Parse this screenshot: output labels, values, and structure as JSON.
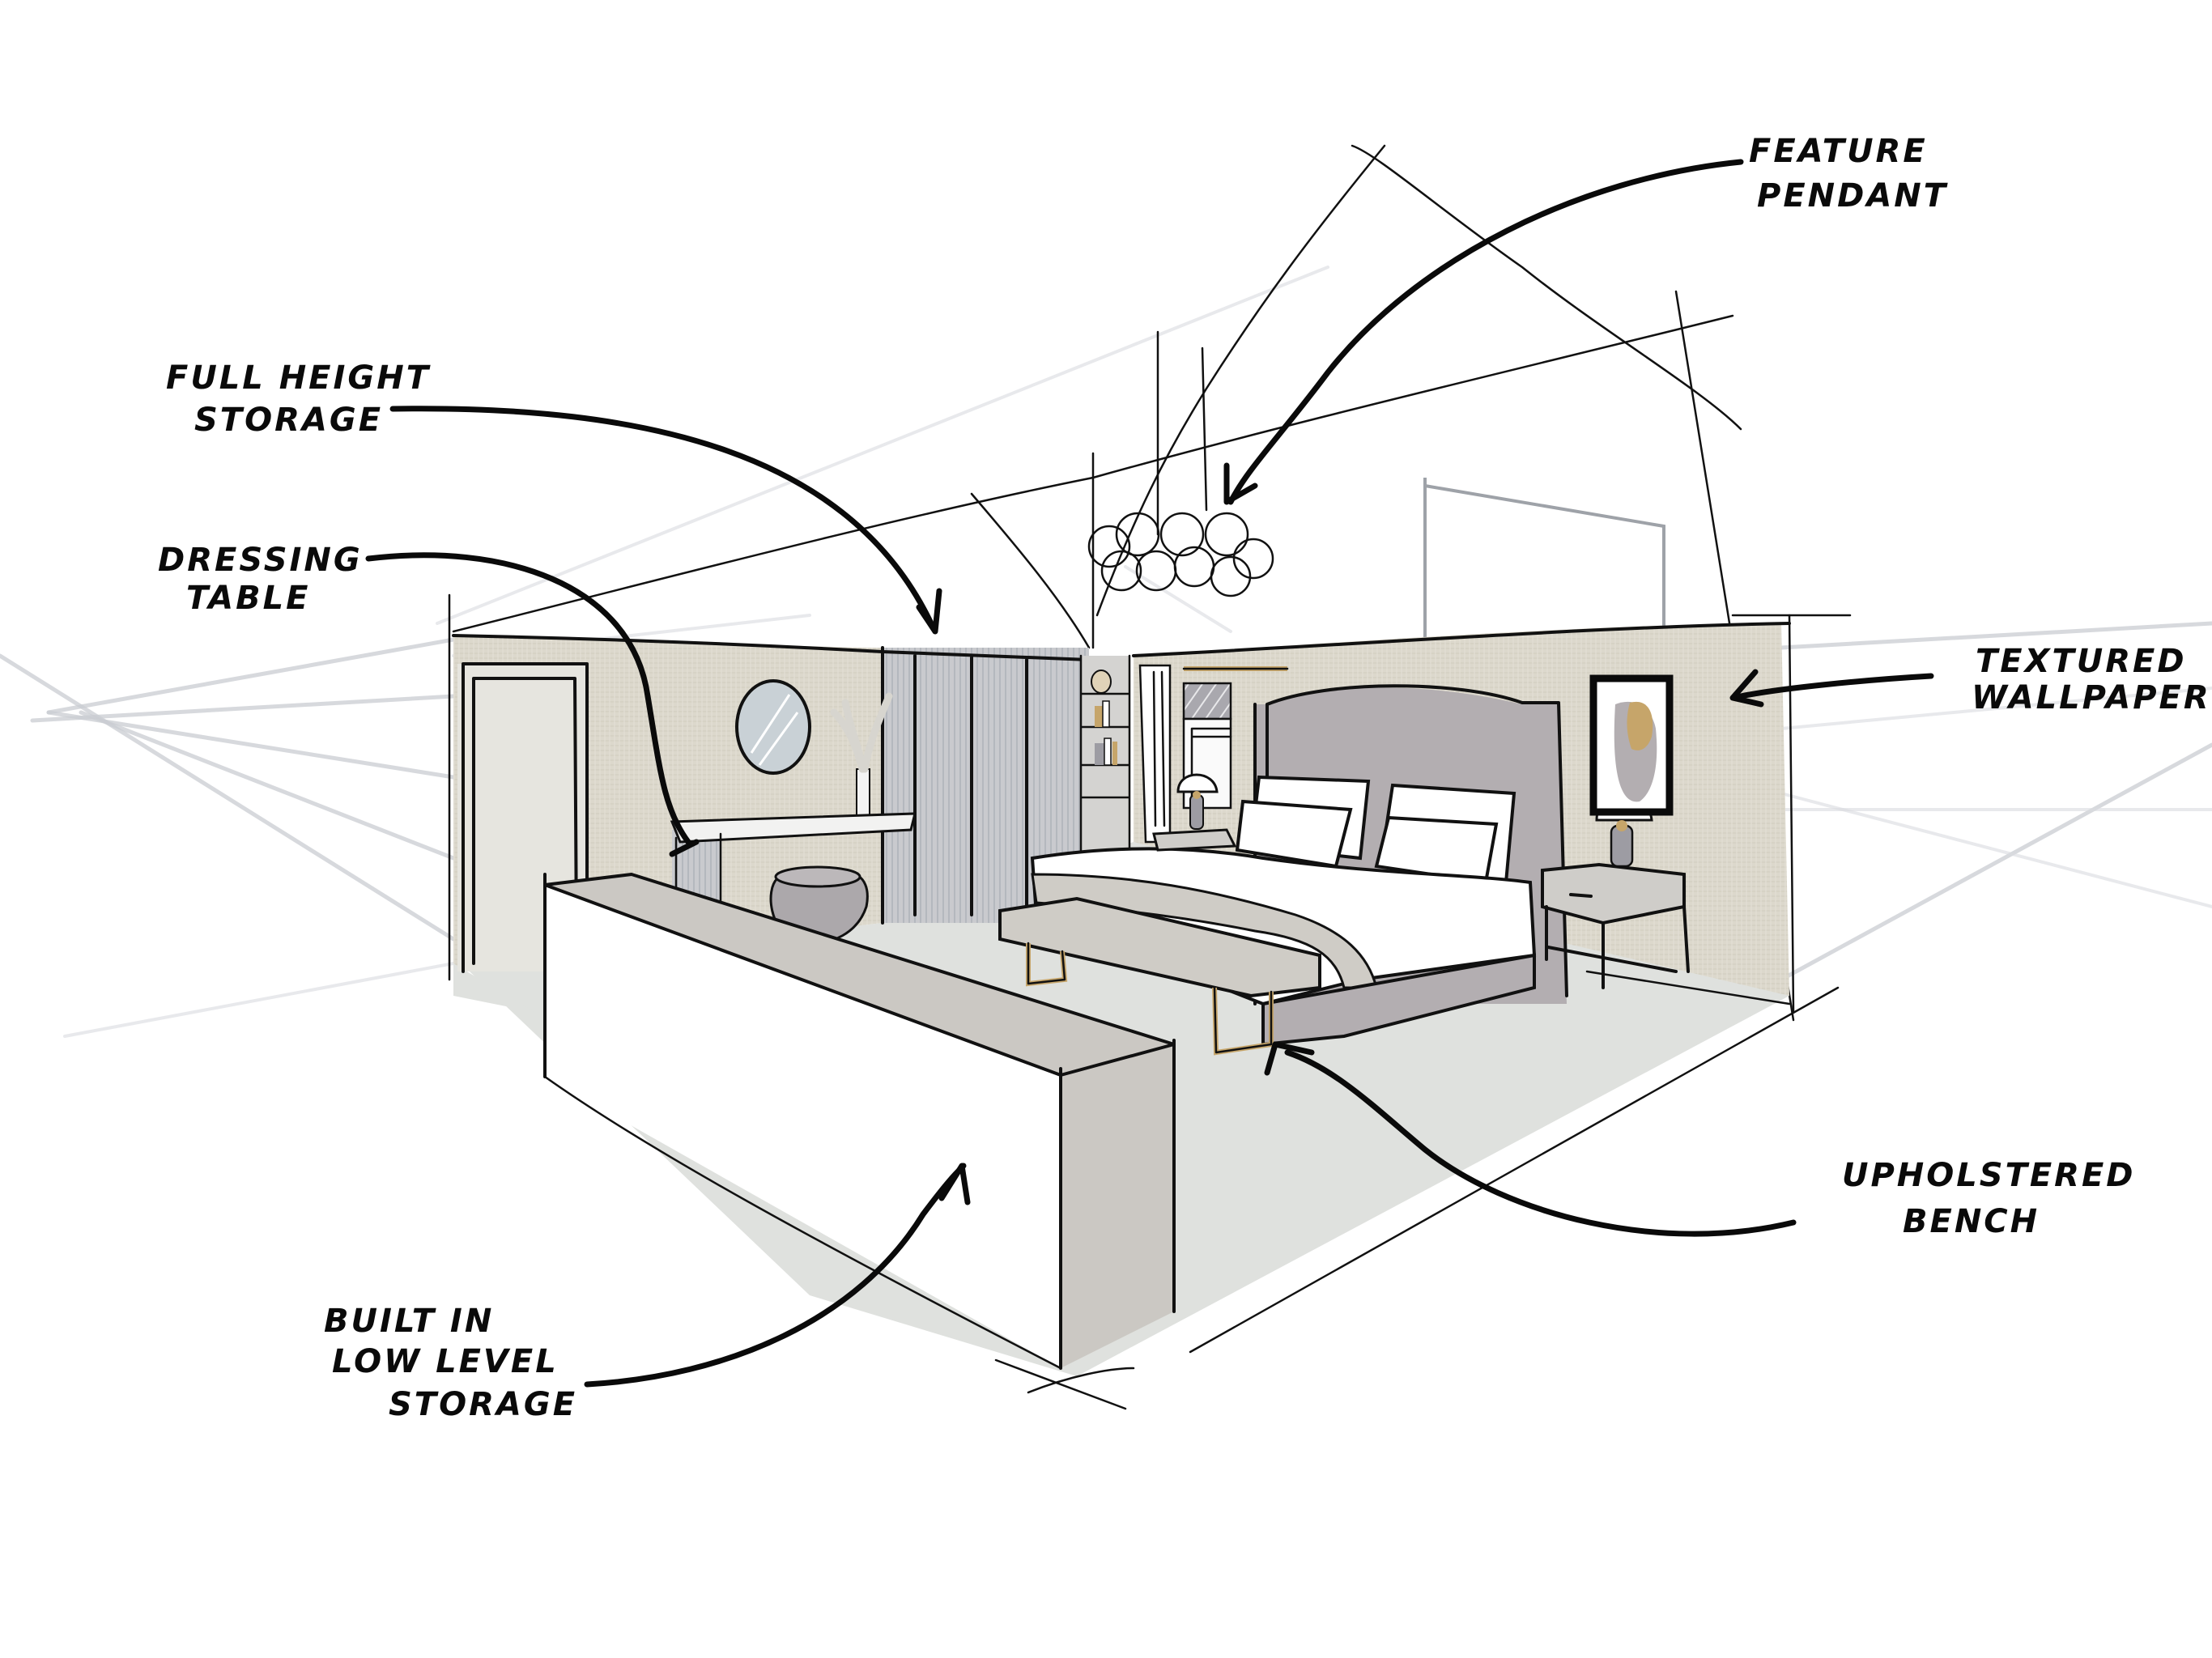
{
  "drawing": {
    "subject": "Bedroom interior perspective sketch",
    "colors": {
      "wallpaper": "#dcd8cc",
      "wardrobe": "#c9c9cd",
      "headboard": "#b3aeb1",
      "floor": "#dfe1de",
      "storage_top": "#cbc8c3",
      "door": "#e6e5df",
      "mirror": "#c9d1d6",
      "accent_gold": "#c6a56a",
      "ink": "#111111"
    }
  },
  "annotations": [
    {
      "id": "feature-pendant",
      "lines": [
        "Feature",
        "Pendant"
      ]
    },
    {
      "id": "full-height-storage",
      "lines": [
        "Full height",
        "storage"
      ]
    },
    {
      "id": "dressing-table",
      "lines": [
        "Dressing",
        "table"
      ]
    },
    {
      "id": "textured-wallpaper",
      "lines": [
        "Textured",
        "wallpaper"
      ]
    },
    {
      "id": "upholstered-bench",
      "lines": [
        "Upholstered",
        "Bench"
      ]
    },
    {
      "id": "built-in-storage",
      "lines": [
        "Built in",
        "low level",
        "storage"
      ]
    }
  ]
}
